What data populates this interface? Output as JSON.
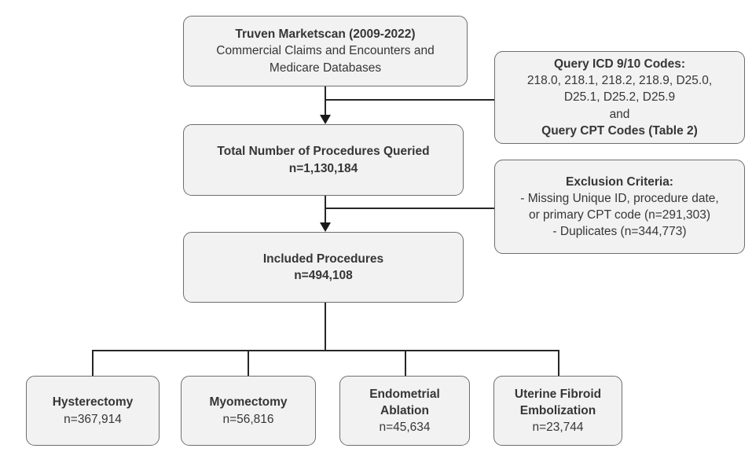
{
  "flowchart": {
    "source_box": {
      "title": "Truven Marketscan (2009-2022)",
      "line1": "Commercial Claims and Encounters and",
      "line2": "Medicare Databases"
    },
    "query_box": {
      "title": "Query ICD 9/10 Codes:",
      "line1": "218.0, 218.1, 218.2, 218.9, D25.0,",
      "line2": "D25.1, D25.2, D25.9",
      "line3": "and",
      "line4": "Query CPT Codes (Table 2)"
    },
    "total_box": {
      "title": "Total Number of Procedures Queried",
      "n": "n=1,130,184"
    },
    "exclusion_box": {
      "title": "Exclusion Criteria:",
      "line1": "- Missing Unique ID, procedure date,",
      "line2": "or primary CPT code (n=291,303)",
      "line3": "- Duplicates (n=344,773)"
    },
    "included_box": {
      "title": "Included Procedures",
      "n": "n=494,108"
    },
    "outcomes": [
      {
        "title": "Hysterectomy",
        "n": "n=367,914"
      },
      {
        "title": "Myomectomy",
        "n": "n=56,816"
      },
      {
        "title": "Endometrial Ablation",
        "n": "n=45,634"
      },
      {
        "title": "Uterine Fibroid Embolization",
        "n": "n=23,744"
      }
    ],
    "colors": {
      "box_fill": "#f2f2f2",
      "box_border": "#6e6e6e",
      "connector": "#262626",
      "text": "#363636"
    }
  }
}
